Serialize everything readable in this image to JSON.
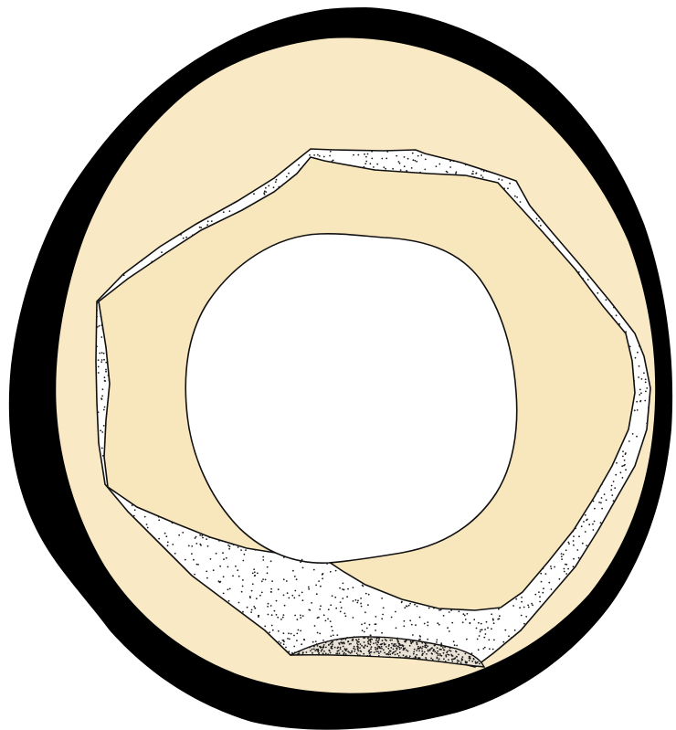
{
  "colors": {
    "background": "#ffffff",
    "outer_rim": "#000000",
    "body_fill": "#f9e9c4",
    "body_fill_inner": "#f8e6bd",
    "stippled_layer": "#ffffff",
    "dense_stipple_layer": "#e9e2d6",
    "stipple_dot": "#1a1a1a",
    "lumen": "#ffffff",
    "outline": "#111111"
  },
  "layers": [
    {
      "name": "outer-dark-rim"
    },
    {
      "name": "pale-yellow-body"
    },
    {
      "name": "stippled-white-band"
    },
    {
      "name": "dense-stipple-patch"
    },
    {
      "name": "inner-yellow-region"
    },
    {
      "name": "central-lumen"
    }
  ]
}
